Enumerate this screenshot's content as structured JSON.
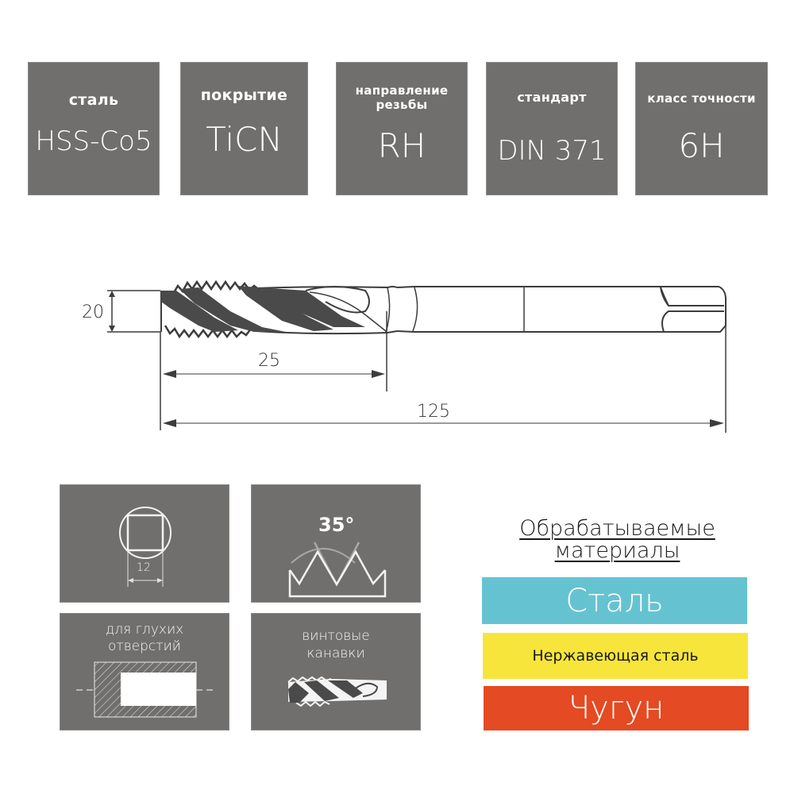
{
  "specs": [
    {
      "label": "сталь",
      "value": "HSS-Co5"
    },
    {
      "label": "покрытие",
      "value": "TiCN"
    },
    {
      "label": "направление резьбы",
      "label_lines": [
        "направление",
        "резьбы"
      ],
      "value": "RH"
    },
    {
      "label": "стандарт",
      "value": "DIN 371"
    },
    {
      "label": "класс точности",
      "value": "6H"
    }
  ],
  "drawing": {
    "dimensions": {
      "diameter": "20",
      "thread_length": "25",
      "total_length": "125"
    },
    "colors": {
      "line": "#3c3c3c",
      "fill": "#4a4a4a"
    }
  },
  "icons": {
    "square_shank": {
      "dimension": "12"
    },
    "thread_angle": {
      "angle": "35°"
    },
    "blind_holes": {
      "caption_lines": [
        "для глухих",
        "отверстий"
      ]
    },
    "spiral_flutes": {
      "caption_lines": [
        "винтовые",
        "канавки"
      ]
    }
  },
  "materials": {
    "title_lines": [
      "Обрабатываемые",
      "материалы"
    ],
    "items": [
      {
        "label": "Сталь",
        "color": "#65c3d1",
        "text_color": "#ffffff"
      },
      {
        "label": "Нержавеющая сталь",
        "color": "#f7e53c",
        "text_color": "#1a1a1a"
      },
      {
        "label": "Чугун",
        "color": "#e44a23",
        "text_color": "#ffffff"
      }
    ]
  },
  "colors": {
    "box_gray": "#706f6d"
  }
}
